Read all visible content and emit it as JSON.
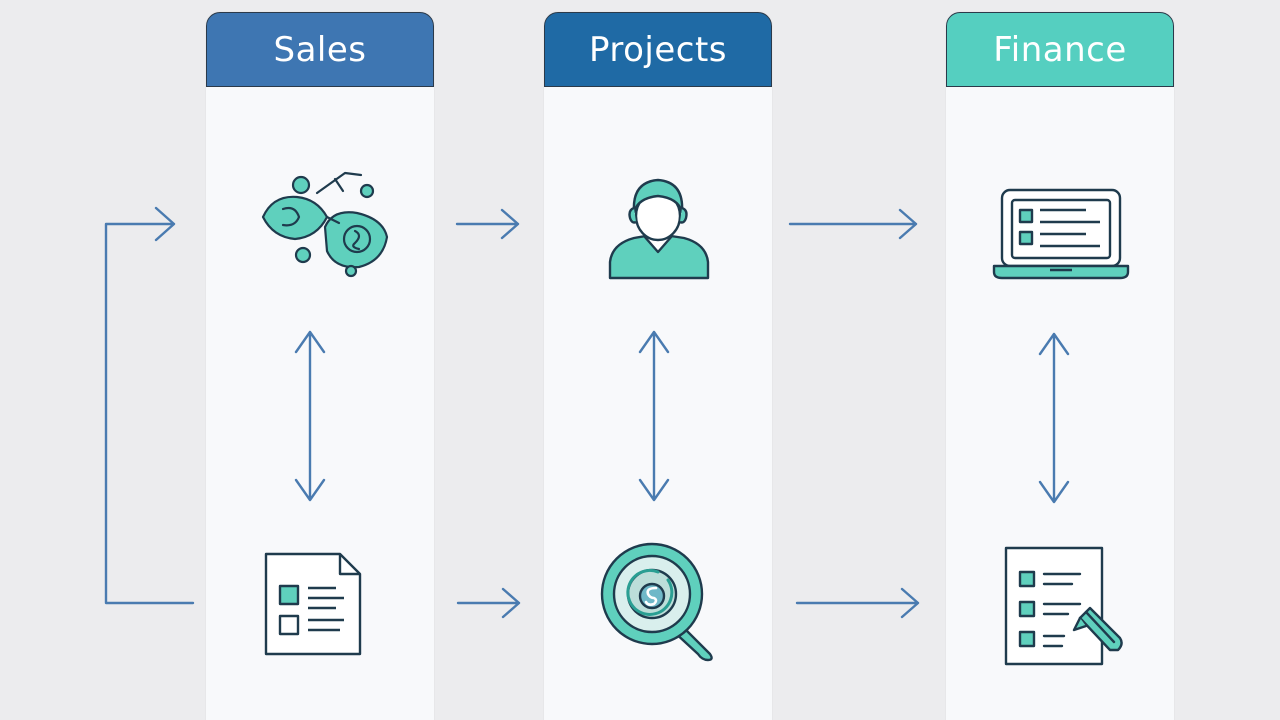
{
  "lanes": [
    {
      "label": "Sales",
      "color": "#3e76b2"
    },
    {
      "label": "Projects",
      "color": "#1f6aa5"
    },
    {
      "label": "Finance",
      "color": "#55cfc0"
    }
  ],
  "colors": {
    "arrow": "#4a7bb0",
    "icon_fill": "#5fd0bd",
    "icon_stroke": "#1f3b4d"
  },
  "icons": {
    "sales_top": "handshake-dollar-icon",
    "sales_bottom": "checklist-document-icon",
    "projects_top": "person-icon",
    "projects_bottom": "magnifier-dollar-icon",
    "finance_top": "laptop-list-icon",
    "finance_bottom": "checklist-pen-icon"
  }
}
